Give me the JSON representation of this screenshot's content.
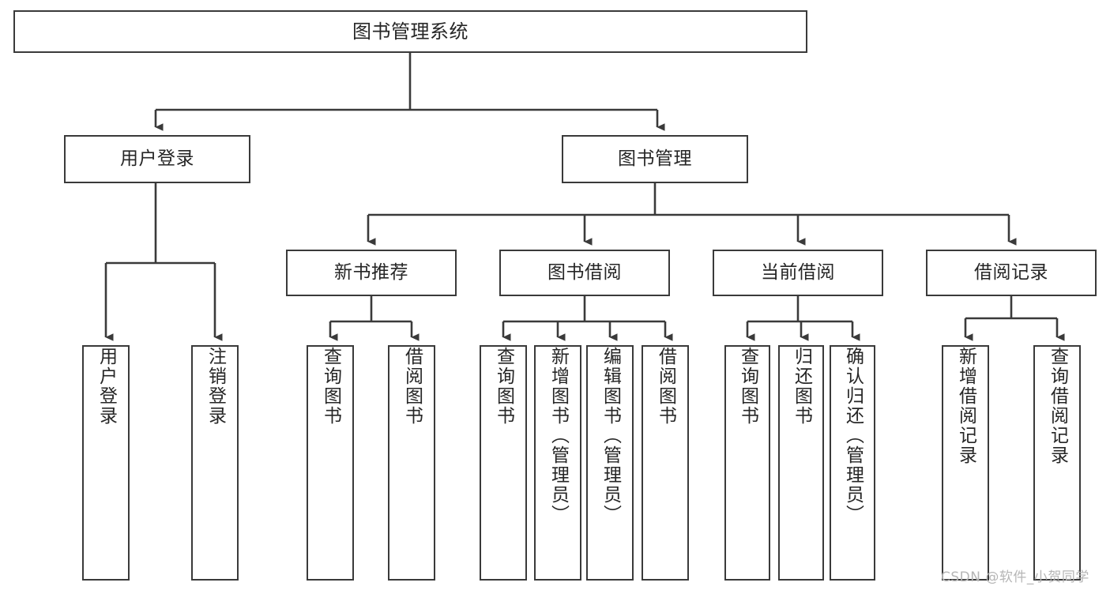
{
  "diagram": {
    "title": "图书管理系统",
    "type": "tree-structure-chart",
    "root": {
      "label": "图书管理系统"
    },
    "level2": [
      {
        "label": "用户登录"
      },
      {
        "label": "图书管理"
      }
    ],
    "level3": [
      {
        "label": "新书推荐"
      },
      {
        "label": "图书借阅"
      },
      {
        "label": "当前借阅"
      },
      {
        "label": "借阅记录"
      }
    ],
    "leaves": {
      "user_login": [
        {
          "label": "用户登录"
        },
        {
          "label": "注销登录"
        }
      ],
      "new_book_recommend": [
        {
          "label": "查询图书"
        },
        {
          "label": "借阅图书"
        }
      ],
      "book_borrow": [
        {
          "label": "查询图书"
        },
        {
          "label": "新增图书（管理员）"
        },
        {
          "label": "编辑图书（管理员）"
        },
        {
          "label": "借阅图书"
        }
      ],
      "current_borrow": [
        {
          "label": "查询图书"
        },
        {
          "label": "归还图书"
        },
        {
          "label": "确认归还（管理员）"
        }
      ],
      "borrow_record": [
        {
          "label": "新增借阅记录"
        },
        {
          "label": "查询借阅记录"
        }
      ]
    }
  },
  "watermark": {
    "text": "CSDN @软件_小贺同学"
  },
  "colors": {
    "stroke": "#3a3a3a",
    "text": "#262626",
    "background": "#ffffff",
    "watermark": "#b6b6b6"
  }
}
